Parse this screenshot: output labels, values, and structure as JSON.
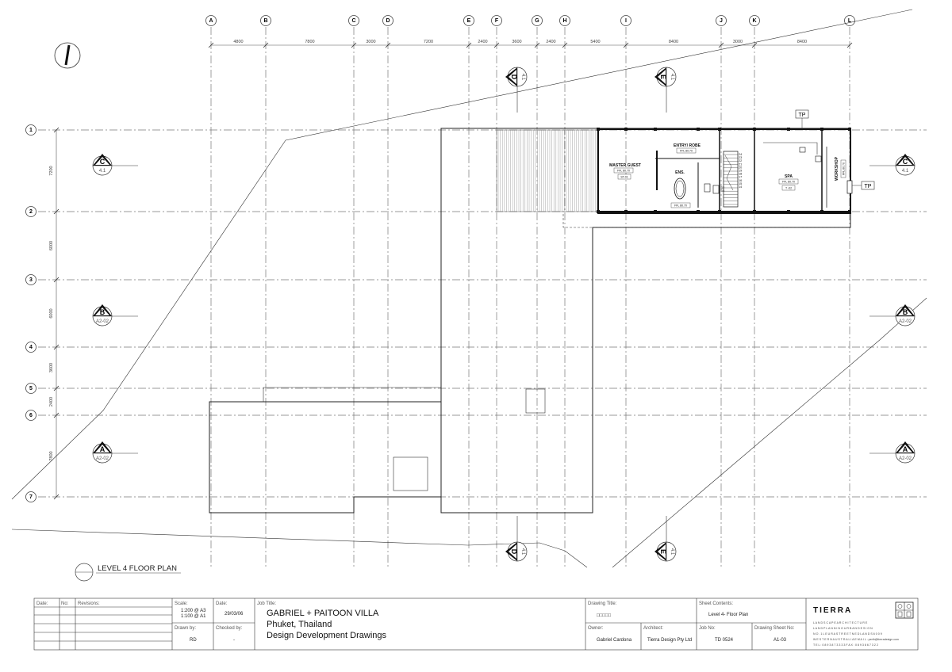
{
  "grid": {
    "columns": [
      "A",
      "B",
      "C",
      "D",
      "E",
      "F",
      "G",
      "H",
      "I",
      "J",
      "K",
      "L"
    ],
    "col_dims": [
      "4800",
      "7800",
      "3000",
      "7200",
      "2400",
      "3600",
      "2400",
      "5400",
      "8400",
      "3000",
      "8400"
    ],
    "rows": [
      "1",
      "2",
      "3",
      "4",
      "5",
      "6",
      "7"
    ],
    "row_dims": [
      "7200",
      "6000",
      "6000",
      "3600",
      "2400",
      "7800"
    ]
  },
  "sections": {
    "c_left": {
      "letter": "C",
      "sheet": "4.1"
    },
    "c_right": {
      "letter": "C",
      "sheet": "4.1"
    },
    "b_left": {
      "letter": "B",
      "sheet": "A2-02"
    },
    "b_right": {
      "letter": "B",
      "sheet": "A2-02"
    },
    "a_left": {
      "letter": "A",
      "sheet": "A2-02"
    },
    "a_right": {
      "letter": "A",
      "sheet": "A2-02"
    },
    "d_top": {
      "letter": "D",
      "sheet": "4.1"
    },
    "d_bottom": {
      "letter": "D",
      "sheet": "4.1"
    },
    "e_top": {
      "letter": "E",
      "sheet": "4.1"
    },
    "e_bottom": {
      "letter": "E",
      "sheet": "4.1"
    }
  },
  "rooms": {
    "master_guest": "MASTER GUEST",
    "master_ffl": "FFL 80.70",
    "master_tag": "ST-01",
    "entry_robe": "ENTRY/ ROBE",
    "entry_ffl": "FFL 80.70",
    "ens": "ENS.",
    "ens_ffl": "FFL 80.70",
    "spa": "SPA",
    "spa_ffl": "FFL 80.70",
    "spa_tag": "T -02",
    "workshop": "WORKSHOP",
    "workshop_ffl": "FFL 80.70",
    "stair_steps": [
      "24",
      "23",
      "22",
      "21",
      "20",
      "19",
      "18",
      "17",
      "16",
      "15",
      "14"
    ],
    "stair_lower": [
      "12",
      "13"
    ],
    "tp_top": "TP",
    "tp_right": "TP"
  },
  "plan_title": "LEVEL 4 FLOOR PLAN",
  "title_block": {
    "col_date": "Date:",
    "col_no": "No:",
    "col_revisions": "Revisions:",
    "scale_label": "Scale:",
    "scale_1": "1:200 @ A3",
    "scale_2": "1:100 @ A1",
    "date_label": "Date:",
    "date_value": "29/03/06",
    "drawn_label": "Drawn by:",
    "drawn_value": "RD",
    "checked_label": "Checked by:",
    "checked_value": "-",
    "job_title_label": "Job Title:",
    "job_title_1": "GABRIEL + PAITOON VILLA",
    "job_title_2": "Phuket, Thailand",
    "job_title_3": "Design Development Drawings",
    "drawing_title_label": "Drawing Title:",
    "drawing_title_value": "□□□□□",
    "sheet_contents_label": "Sheet Contents:",
    "sheet_contents_value": "Level 4- Floor Plan",
    "owner_label": "Owner:",
    "owner_value": "Gabriel Cardona",
    "architect_label": "Architect:",
    "architect_value": "Tierra Design Pty Ltd",
    "job_no_label": "Job No:",
    "job_no_value": "TD 0524",
    "sheet_no_label": "Drawing Sheet No:",
    "sheet_no_value": "A1-03",
    "firm_name": "TIERRA",
    "firm_line1": "L A N D S C A P E   A R C H I T E C T U R E",
    "firm_line2": "L A N D   P L A N N I N G   U R B A N   D E S I G N",
    "firm_line3": "N O . 1   L E U R A   S T R E E T   N E D L A N D S   6 0 0 9",
    "firm_line4": "W E S T E R N   A U S T R A L I A   E M A I L :   perth@tierradesign.com",
    "firm_line5": "T E L : 0 8 9 3 8 7 3 3 3 3   F A X : 0 8 9 3 8 6 7 3 2 2"
  }
}
